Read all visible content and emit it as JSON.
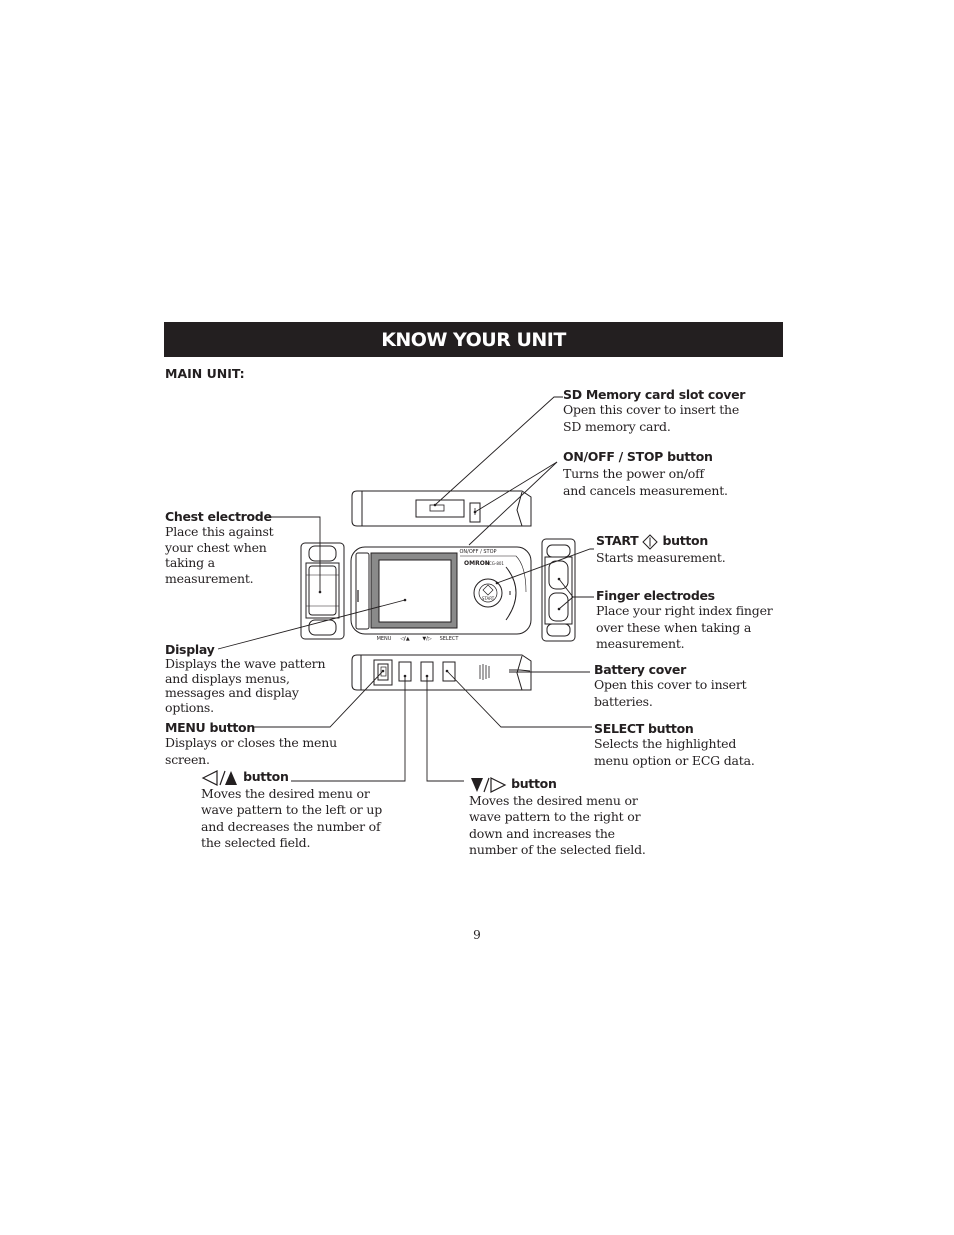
{
  "header": {
    "title": "KNOW YOUR UNIT"
  },
  "section": {
    "label": "MAIN UNIT:"
  },
  "device": {
    "brand": "OMRON",
    "model": "HCG-801",
    "top_label": "ON/OFF / STOP",
    "start_label": "START",
    "bottom_buttons": [
      "MENU",
      "◁/▲",
      "▼/▷",
      "SELECT"
    ]
  },
  "callouts": {
    "sd": {
      "title": "SD Memory card slot cover",
      "desc": "Open this cover to insert the SD memory card."
    },
    "onoff": {
      "title": "ON/OFF / STOP button",
      "desc": "Turns the power on/off and cancels measurement."
    },
    "chest": {
      "title": "Chest electrode",
      "desc": "Place this against your chest when taking a measurement."
    },
    "start": {
      "title_before": "START",
      "title_after": "button",
      "desc": "Starts measurement."
    },
    "finger": {
      "title": "Finger electrodes",
      "desc": "Place your right index finger over these when taking a measurement."
    },
    "display": {
      "title": "Display",
      "desc": "Displays the wave pattern and displays menus, messages and display options."
    },
    "battery": {
      "title": "Battery cover",
      "desc": "Open this cover to insert batteries."
    },
    "menu": {
      "title": "MENU button",
      "desc": "Displays or closes the menu screen."
    },
    "select": {
      "title": "SELECT button",
      "desc": "Selects the highlighted menu option or ECG data."
    },
    "leftup": {
      "title": "button",
      "desc": "Moves the desired menu or wave pattern to the left or up and decreases the number of the selected field."
    },
    "downright": {
      "title": "button",
      "desc": "Moves the desired menu or wave pattern to the right or down and increases the number of the selected field."
    }
  },
  "footer": {
    "page_number": "9"
  }
}
